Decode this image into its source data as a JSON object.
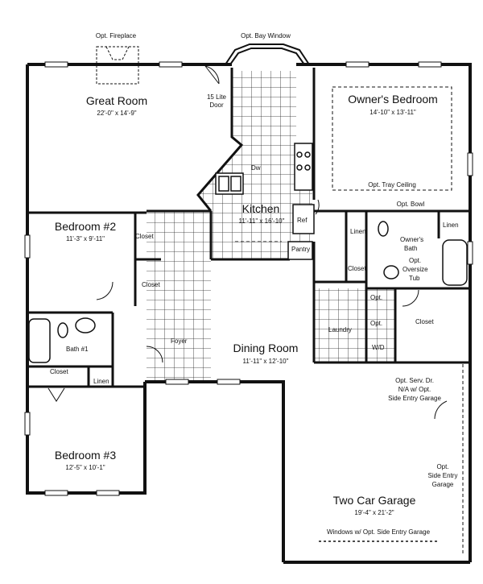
{
  "rooms": {
    "great_room": {
      "name": "Great Room",
      "dims": "22'-0\" x 14'-9\""
    },
    "owners_bedroom": {
      "name": "Owner's Bedroom",
      "dims": "14'-10\" x 13'-11\""
    },
    "kitchen": {
      "name": "Kitchen",
      "dims": "11'-11\" x 16'-10\""
    },
    "bedroom2": {
      "name": "Bedroom #2",
      "dims": "11'-3\" x 9'-11\""
    },
    "dining_room": {
      "name": "Dining Room",
      "dims": "11'-11\" x 12'-10\""
    },
    "bedroom3": {
      "name": "Bedroom #3",
      "dims": "12'-5\" x 10'-1\""
    },
    "garage": {
      "name": "Two Car Garage",
      "dims": "19'-4\" x 21'-2\""
    }
  },
  "labels": {
    "opt_fireplace": "Opt. Fireplace",
    "opt_bay_window": "Opt. Bay Window",
    "lite_door_1": "15 Lite",
    "lite_door_2": "Door",
    "dw": "Dw",
    "ref": "Ref",
    "pantry": "Pantry",
    "opt_tray_ceiling": "Opt. Tray Ceiling",
    "opt_bowl": "Opt. Bowl",
    "linen": "Linen",
    "closet": "Closet",
    "owners_bath_1": "Owner's",
    "owners_bath_2": "Bath",
    "opt_oversize_1": "Opt.",
    "opt_oversize_2": "Oversize",
    "opt_oversize_3": "Tub",
    "foyer": "Foyer",
    "laundry": "Laundry",
    "opt": "Opt.",
    "wd": "W/D",
    "bath1": "Bath #1",
    "serv_dr_1": "Opt. Serv. Dr.",
    "serv_dr_2": "N/A w/ Opt.",
    "serv_dr_3": "Side Entry Garage",
    "side_entry_1": "Opt.",
    "side_entry_2": "Side Entry",
    "side_entry_3": "Garage",
    "windows_note": "Windows w/ Opt. Side Entry Garage"
  }
}
